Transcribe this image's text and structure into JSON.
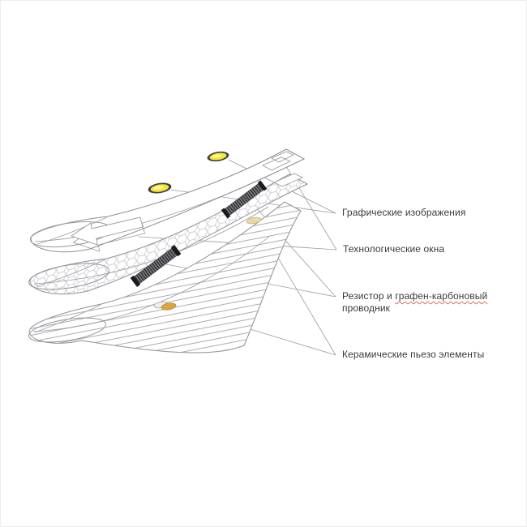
{
  "page": {
    "background": "#ffffff",
    "frame_border": "#ededed"
  },
  "diagram": {
    "type": "exploded-layer-diagram",
    "line_color": "#98989e",
    "layer_count": 3,
    "colors": {
      "graphic_oval_fill": "#f4e63a",
      "graphic_oval_ring": "#3f3f42",
      "resistor_fill": "#8a8a90",
      "resistor_stripe": "#2e2e33",
      "resistor_cap": "#1a1a1a",
      "piezo_gold": "#d8a742",
      "piezo_faint": "#e8d9a8",
      "hex_mesh": "#c0c0c7",
      "rung_lines": "#a3a3ab",
      "leader_line": "#9b9ba1"
    }
  },
  "labels": {
    "graphics": {
      "text": "Графические изображения"
    },
    "windows": {
      "text": "Технологические окна"
    },
    "resistor": {
      "part1": "Резистор и ",
      "part2": "графен-карбоновый",
      "part3": " проводник",
      "spellcheck_color": "#e06a5a"
    },
    "piezo": {
      "text": "Керамические пьезо элементы"
    }
  }
}
